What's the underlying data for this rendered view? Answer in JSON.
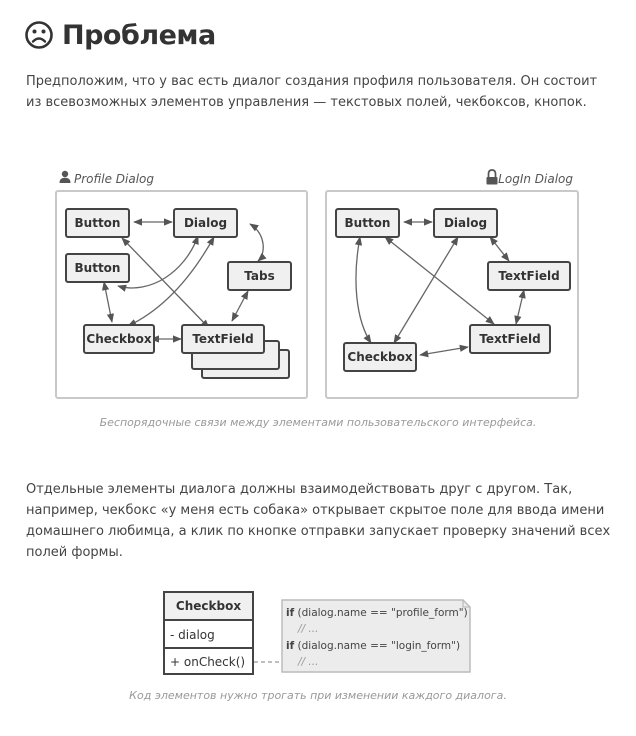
{
  "heading": {
    "icon": "sad-face-icon",
    "title": "Проблема"
  },
  "intro": "Предположим, что у вас есть диалог создания профиля пользователя. Он состоит из всевозможных элементов управления — текстовых полей, чекбоксов, кнопок.",
  "figure1": {
    "profile_dialog": {
      "title": "Profile Dialog",
      "icon": "user-icon",
      "nodes": {
        "button1": "Button",
        "button2": "Button",
        "dialog": "Dialog",
        "tabs": "Tabs",
        "checkbox": "Checkbox",
        "textfield": "TextField"
      }
    },
    "login_dialog": {
      "title": "LogIn Dialog",
      "icon": "lock-icon",
      "nodes": {
        "button": "Button",
        "dialog": "Dialog",
        "textfield1": "TextField",
        "textfield2": "TextField",
        "checkbox": "Checkbox"
      }
    },
    "caption": "Беспорядочные связи между элементами пользовательского интерфейса."
  },
  "body_text": "Отдельные элементы диалога должны взаимодействовать друг с другом. Так, например, чекбокс «у меня есть собака» открывает скрытое поле для ввода имени домашнего любимца, а клик по кнопке отправки запускает проверку значений всех полей формы.",
  "figure2": {
    "class_name": "Checkbox",
    "field": "- dialog",
    "method": "+ onCheck()",
    "code": {
      "kw1": "if",
      "cond1": "(dialog.name == \"profile_form\")",
      "comment1": "// ...",
      "kw2": "if",
      "cond2": "(dialog.name == \"login_form\")",
      "comment2": "// ..."
    },
    "caption": "Код элементов нужно трогать при изменении каждого диалога."
  }
}
